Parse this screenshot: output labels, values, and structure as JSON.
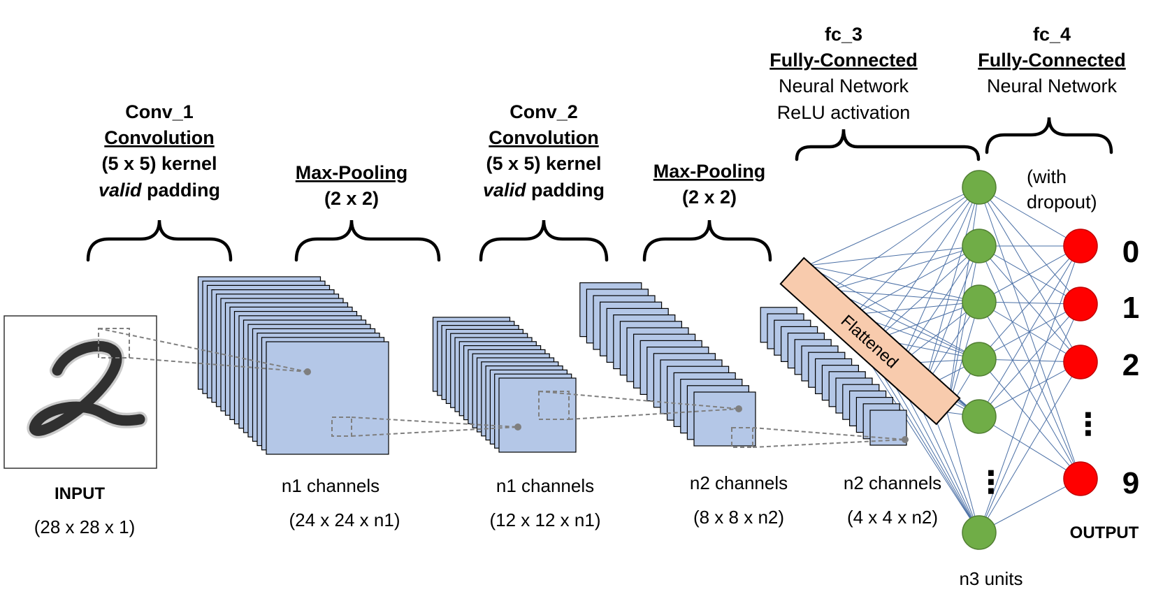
{
  "colors": {
    "feature_map_fill": "#b4c7e7",
    "feature_map_stroke": "#000000",
    "flatten_fill": "#f8cbad",
    "hidden_unit_fill": "#70ad47",
    "output_unit_fill": "#ff0000",
    "connection_line": "#4a6fa5",
    "guide_line": "#7f7f7f"
  },
  "input": {
    "label": "INPUT",
    "shape": "(28 x 28 x 1)",
    "image_description": "handwritten-digit-2"
  },
  "conv1": {
    "name": "Conv_1",
    "type": "Convolution",
    "kernel": "(5 x 5) kernel",
    "padding_word": "valid",
    "padding_rest": " padding"
  },
  "pool1": {
    "type": "Max-Pooling",
    "size": "(2 x 2)"
  },
  "conv2": {
    "name": "Conv_2",
    "type": "Convolution",
    "kernel": "(5 x 5) kernel",
    "padding_word": "valid",
    "padding_rest": " padding"
  },
  "pool2": {
    "type": "Max-Pooling",
    "size": "(2 x 2)"
  },
  "fc3": {
    "name": "fc_3",
    "type": "Fully-Connected",
    "line1": "Neural Network",
    "line2": "ReLU activation"
  },
  "fc4": {
    "name": "fc_4",
    "type": "Fully-Connected",
    "line1": "Neural Network",
    "dropout1": "(with",
    "dropout2": "dropout)"
  },
  "maps": [
    {
      "channels": "n1 channels",
      "shape": "(24 x 24 x n1)"
    },
    {
      "channels": "n1 channels",
      "shape": "(12 x 12 x n1)"
    },
    {
      "channels": "n2 channels",
      "shape": "(8 x 8 x n2)"
    },
    {
      "channels": "n2 channels",
      "shape": "(4 x 4 x n2)"
    }
  ],
  "flatten_label": "Flattened",
  "hidden": {
    "units_label": "n3 units",
    "ellipsis": "⋮"
  },
  "output": {
    "label": "OUTPUT",
    "digits": [
      "0",
      "1",
      "2",
      "9"
    ],
    "ellipsis": "⋮"
  }
}
